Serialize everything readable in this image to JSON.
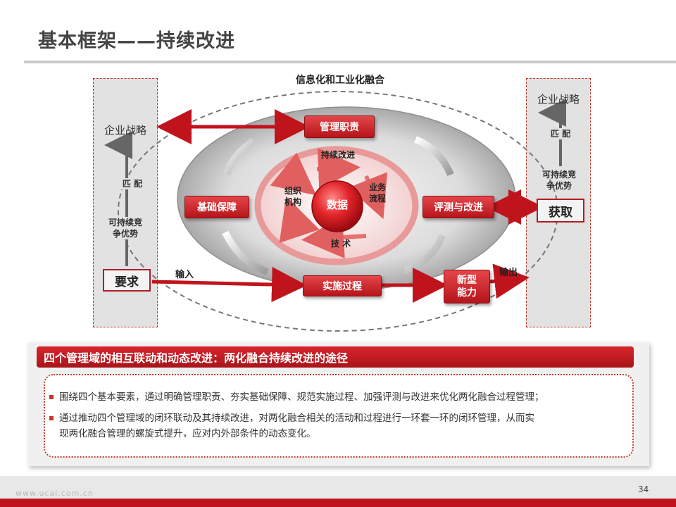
{
  "title": "基本框架——持续改进",
  "diagram": {
    "top_label": "信息化和工业化融合",
    "left_col": {
      "strategy": "企业战略",
      "match": "匹 配",
      "advantage": "可持续竞\n争优势",
      "requirement": "要求"
    },
    "right_col": {
      "strategy": "企业战略",
      "match": "匹 配",
      "advantage": "可持续竞\n争优势",
      "acquire": "获取"
    },
    "boxes": {
      "management": "管理职责",
      "foundation": "基础保障",
      "evaluate": "评测与改进",
      "implement": "实施过程",
      "new_capability": "新型\n能力"
    },
    "inner": {
      "core": "数据",
      "continuous": "持续改进",
      "organization": "组织\n机构",
      "business": "业务\n流程",
      "technology": "技 术"
    },
    "flow": {
      "input": "输入",
      "output": "输出"
    }
  },
  "banner": "四个管理域的相互联动和动态改进：两化融合持续改进的途径",
  "bullets": [
    "围绕四个基本要素，通过明确管理职责、夯实基础保障、规范实施过程、加强评测与改进来优化两化融合过程管理；",
    "通过推动四个管理域的闭环联动及其持续改进，对两化融合相关的活动和过程进行一环套一环的闭环管理，从而实",
    "现两化融合管理的螺旋式提升，应对内外部条件的动态变化。"
  ],
  "footer": {
    "watermark": "www.ucai.com.cn",
    "page": "34"
  },
  "colors": {
    "accent": "#c0141c",
    "banner": "#b5141b"
  }
}
